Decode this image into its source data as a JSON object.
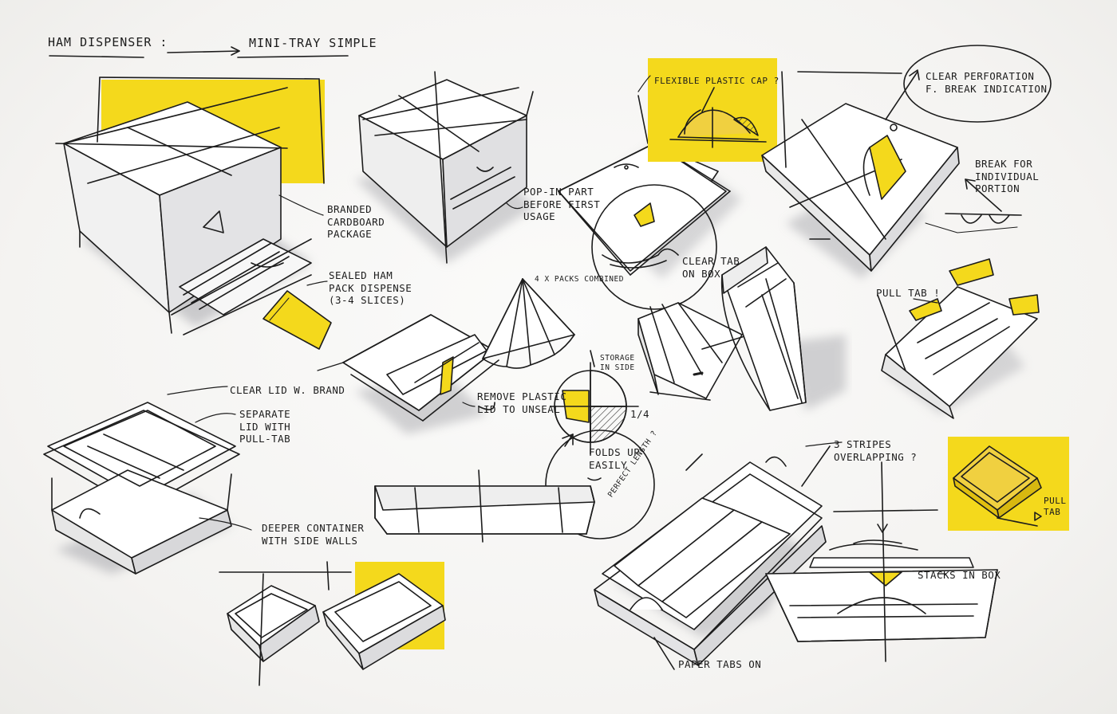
{
  "title": {
    "main": "HAM DISPENSER :",
    "sub": "MINI-TRAY SIMPLE"
  },
  "colors": {
    "marker_yellow": "#f4d91c",
    "ink": "#1c1c1c",
    "shadow_grey": "#bfbfc2"
  },
  "annotations": {
    "branded_package": "BRANDED\nCARDBOARD\nPACKAGE",
    "sealed_pack": "SEALED HAM\nPACK DISPENSE\n(3-4 SLICES)",
    "pop_in": "POP-IN PART\nBEFORE FIRST\nUSAGE",
    "clear_lid": "CLEAR LID W. BRAND",
    "separate_lid": "SEPARATE\nLID WITH\nPULL-TAB",
    "remove_plastic": "REMOVE PLASTIC\nLID TO UNSEAL",
    "storage_in_side": "STORAGE\nIN SIDE",
    "folds_up": "FOLDS UP\nEASILY",
    "packs": "4 x PACKS COMBINED",
    "fraction": "1/4",
    "perfect_length": "PERFECT LENGTH ?",
    "deeper_container": "DEEPER CONTAINER\nWITH SIDE WALLS",
    "flexible_cap": "FLEXIBLE PLASTIC CAP ?",
    "clear_perforation": "CLEAR PERFORATION\nF. BREAK INDICATION",
    "break_portion": "BREAK FOR\nINDIVIDUAL\nPORTION",
    "clear_tab": "CLEAR TAB\nON BOX",
    "pull_tab": "PULL TAB !",
    "three_stripes": "3 STRIPES\nOVERLAPPING ?",
    "pull_tab_sticky": "PULL\nTAB",
    "stacks_in_box": "STACKS IN BOX",
    "paper_tabs": "PAPER TABS ON"
  }
}
